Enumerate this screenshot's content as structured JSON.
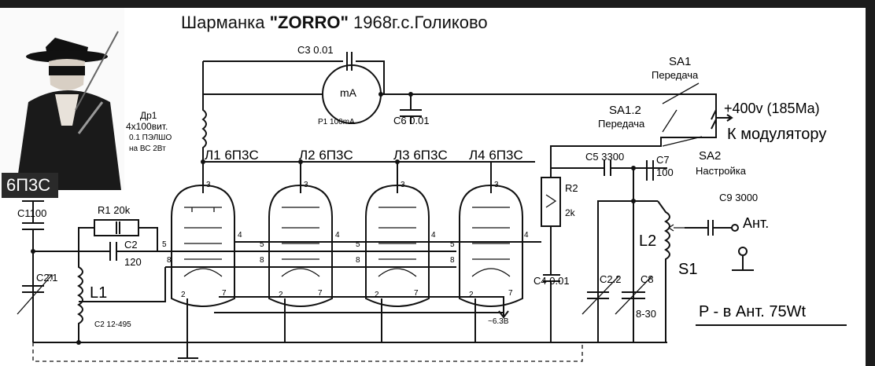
{
  "title": {
    "prefix": "Шарманка ",
    "name": "\"ZORRO\"",
    "suffix": " 1968г.с.Голиково"
  },
  "photo": {
    "badge": "6П3С"
  },
  "components": {
    "c3": "C3",
    "c3_val": "0.01",
    "ma": "mA",
    "p1": "P1 100mA",
    "c6": "C6",
    "c6_val": "0.01",
    "dr1_1": "Др1",
    "dr1_2": "4x100вит.",
    "dr1_3": "0.1 ПЭЛШО",
    "dr1_4": "на ВС 2Вт",
    "sa1": "SA1",
    "sa1_sub": "Передача",
    "sa12": "SA1.2",
    "sa12_sub": "Передача",
    "supply": "+400v (185Ma)",
    "modulator": "К модулятору",
    "sa2": "SA2",
    "sa2_sub": "Настройка",
    "c5": "C5",
    "c5_val": "3300",
    "c7": "C7",
    "c7_val": "100",
    "c9": "C9 3000",
    "ant": "Ант.",
    "r2": "R2",
    "r2_val": "2k",
    "c1": "C1",
    "c1_val": "100",
    "r1": "R1",
    "r1_val": "20k",
    "c2": "C2",
    "c2_val": "120",
    "c21": "C2.1",
    "l1": "L1",
    "c2_range": "C2 12-495",
    "c4": "C4",
    "c4_val": "0.01",
    "c22": "C2.2",
    "c8": "C8",
    "c8_val": "8-30",
    "l2": "L2",
    "s1": "S1",
    "heater": "~6.3В",
    "power": "P - в Ант. 75Wt"
  },
  "tubes": [
    {
      "label": "Л1 6П3С"
    },
    {
      "label": "Л2 6П3С"
    },
    {
      "label": "Л3 6П3С"
    },
    {
      "label": "Л4 6П3С"
    }
  ],
  "pins": {
    "p2": "2",
    "p3": "3",
    "p4": "4",
    "p5": "5",
    "p7": "7",
    "p8": "8"
  }
}
